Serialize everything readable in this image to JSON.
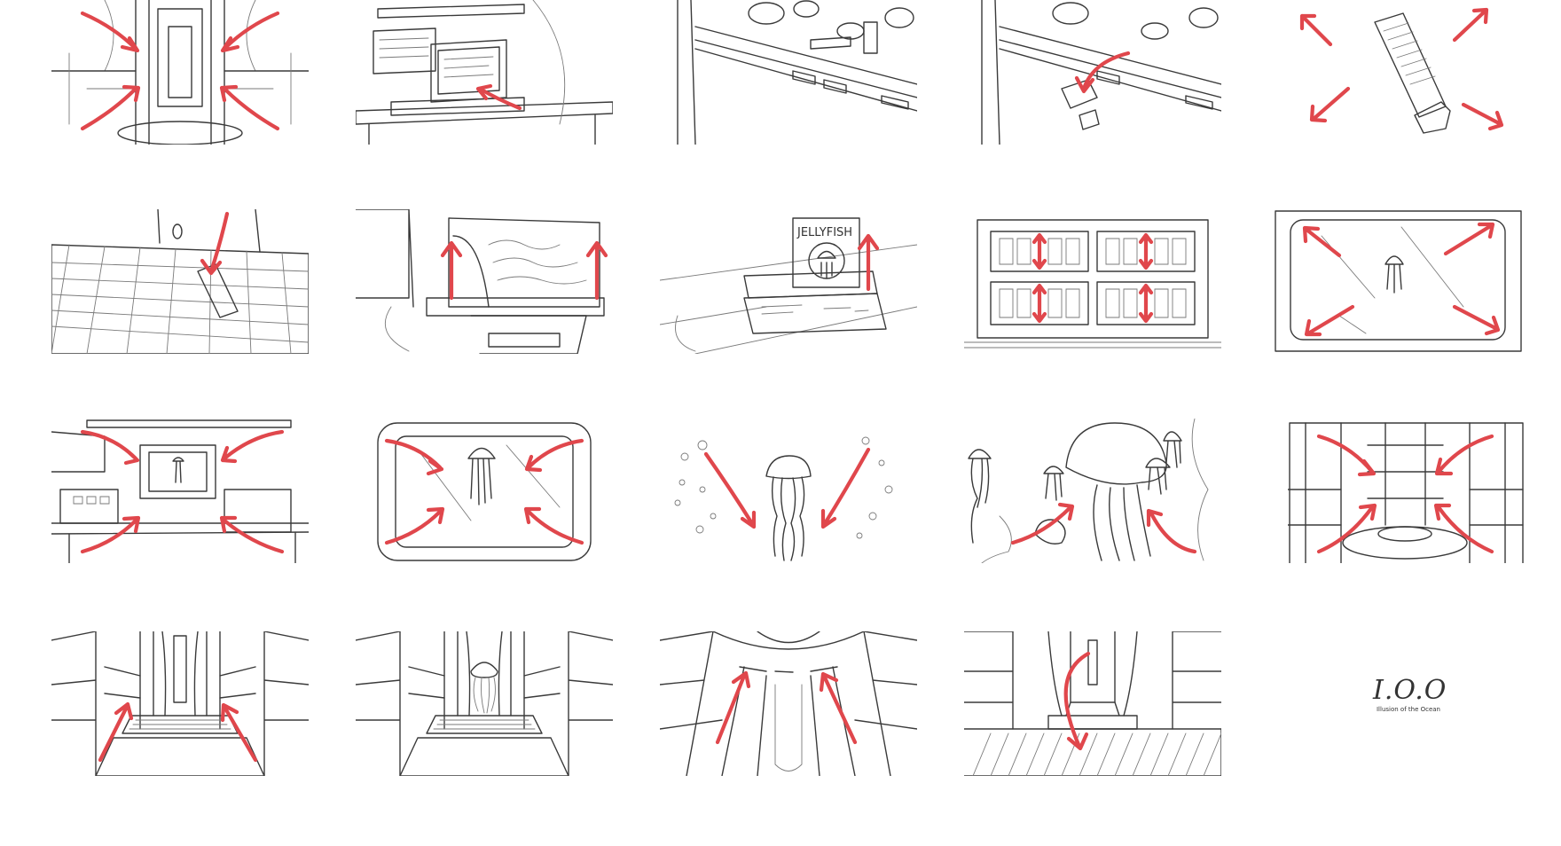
{
  "colors": {
    "arrow": "#e0474c",
    "sketch": "#3a3a3a",
    "background": "#ffffff"
  },
  "panels": [
    {
      "id": 1,
      "scene": "tunnel",
      "arrows": "converge"
    },
    {
      "id": 2,
      "scene": "computer-desk",
      "arrows": "point"
    },
    {
      "id": 3,
      "scene": "control-panel-knobs",
      "arrows": "none"
    },
    {
      "id": 4,
      "scene": "control-panel-bolt-falls",
      "arrows": "point"
    },
    {
      "id": 5,
      "scene": "bolt-closeup",
      "arrows": "diverge"
    },
    {
      "id": 6,
      "scene": "keyboard-bolt",
      "arrows": "point"
    },
    {
      "id": 7,
      "scene": "monitor-wave",
      "arrows": "up"
    },
    {
      "id": 8,
      "scene": "jellyfish-box-scale",
      "arrows": "up",
      "box_label": "JELLYFISH"
    },
    {
      "id": 9,
      "scene": "panel-grid",
      "arrows": "vertical"
    },
    {
      "id": 10,
      "scene": "screen-jellyfish",
      "arrows": "diverge"
    },
    {
      "id": 11,
      "scene": "desk-screen-jellyfish",
      "arrows": "converge"
    },
    {
      "id": 12,
      "scene": "screen-jellyfish-close",
      "arrows": "converge"
    },
    {
      "id": 13,
      "scene": "jellyfish-bubbles",
      "arrows": "converge"
    },
    {
      "id": 14,
      "scene": "many-jellyfish",
      "arrows": "point"
    },
    {
      "id": 15,
      "scene": "tunnel",
      "arrows": "converge"
    },
    {
      "id": 16,
      "scene": "pedestal-room",
      "arrows": "up"
    },
    {
      "id": 17,
      "scene": "pedestal-jellyfish",
      "arrows": "none"
    },
    {
      "id": 18,
      "scene": "dome-looking-up",
      "arrows": "up"
    },
    {
      "id": 19,
      "scene": "pedestal-floor",
      "arrows": "swoop"
    }
  ],
  "logo": {
    "main": "I.O.O",
    "sub": "Illusion of the Ocean"
  }
}
